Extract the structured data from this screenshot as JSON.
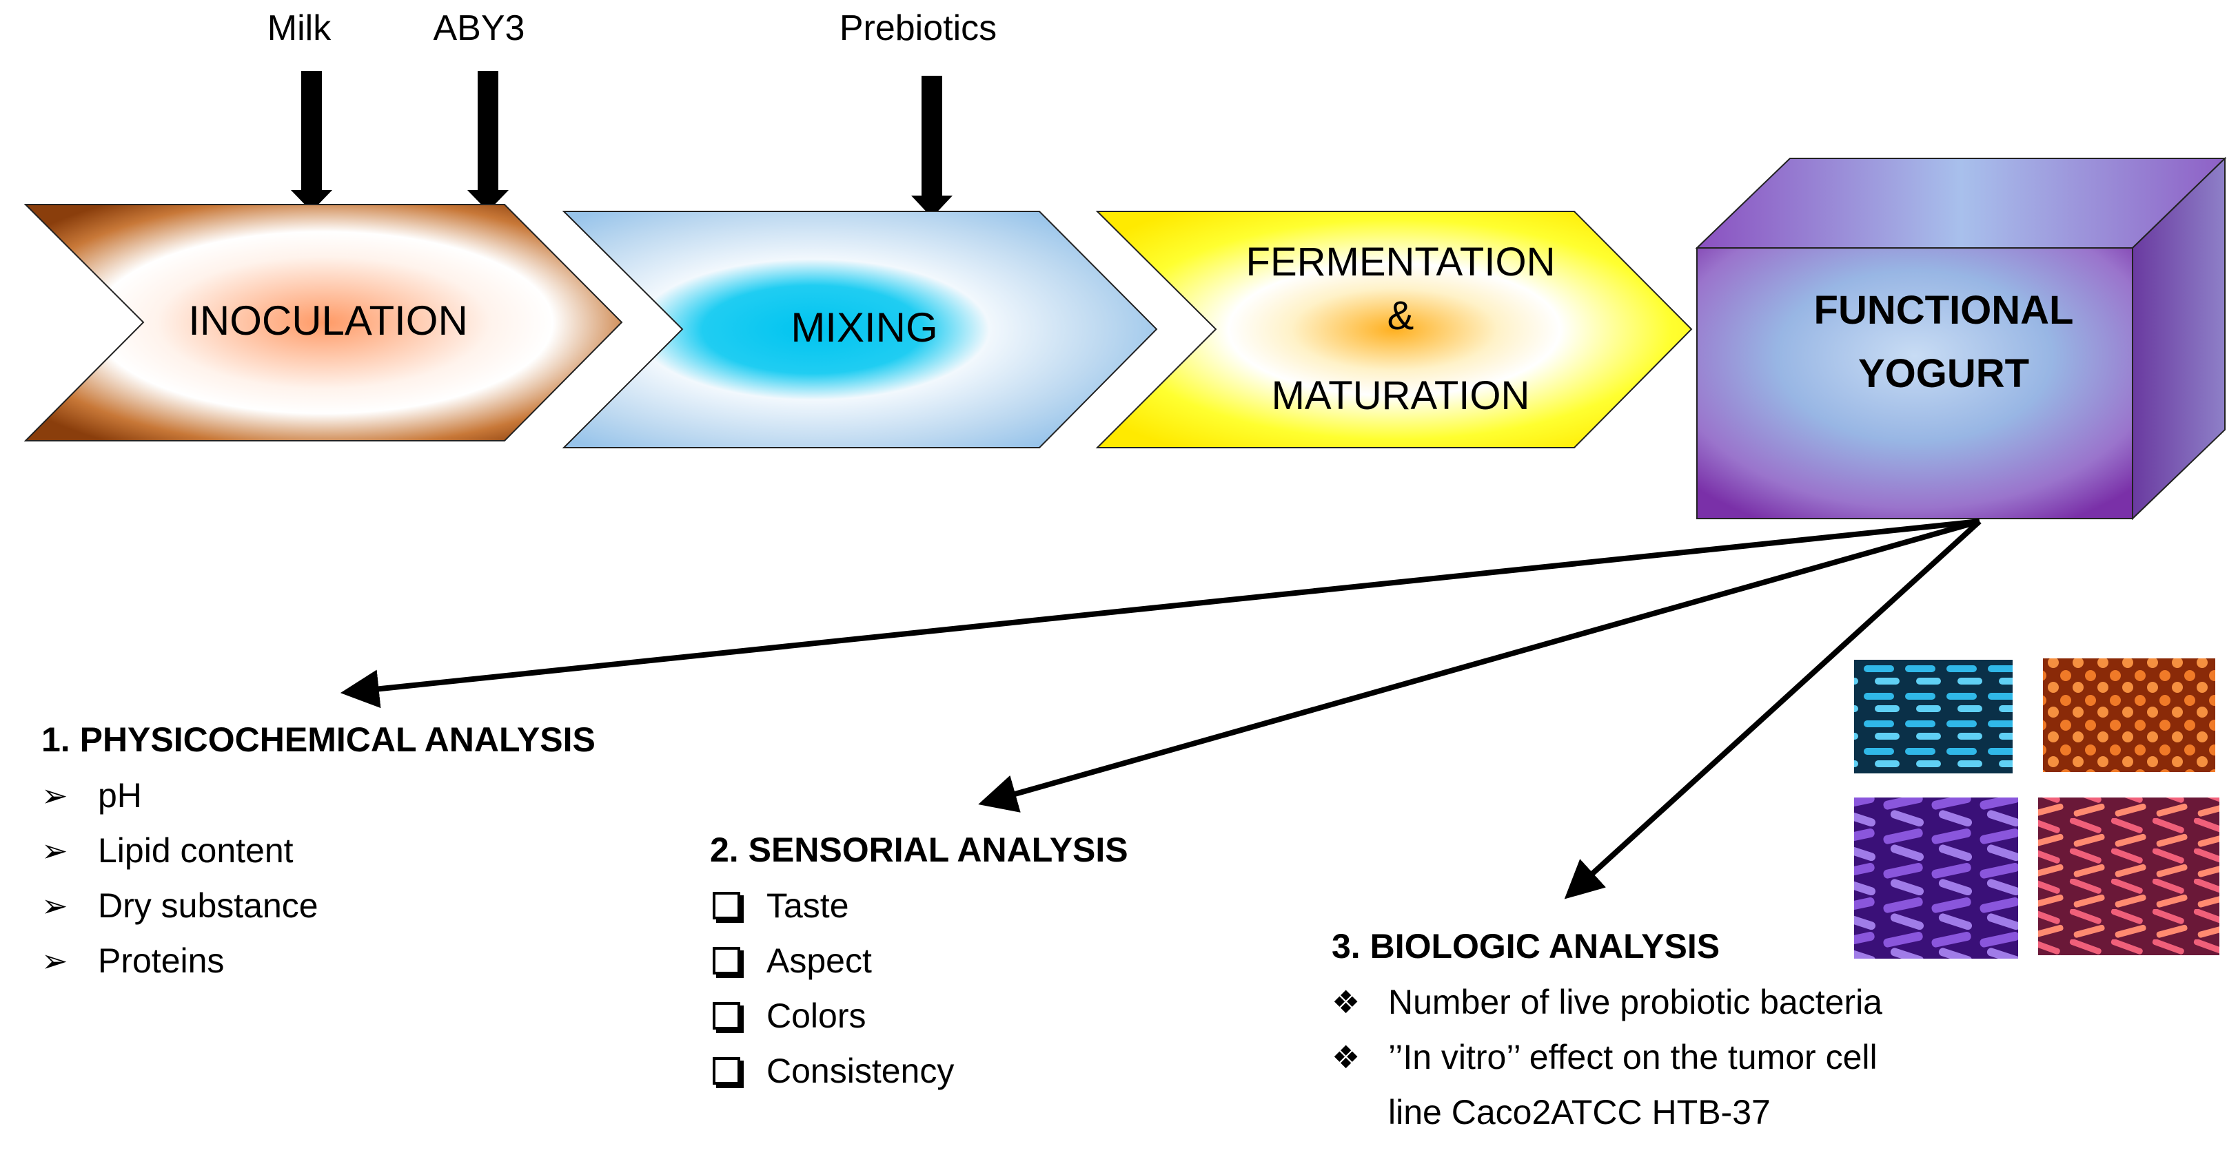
{
  "inputs": {
    "milk": "Milk",
    "aby3": "ABY3",
    "prebiotics": "Prebiotics"
  },
  "steps": {
    "inoculation": "INOCULATION",
    "mixing": "MIXING",
    "fermentation_line1": "FERMENTATION",
    "fermentation_amp": "&",
    "fermentation_line2": "MATURATION"
  },
  "product": {
    "line1": "FUNCTIONAL",
    "line2": "YOGURT"
  },
  "physicochemical": {
    "title": "1. PHYSICOCHEMICAL ANALYSIS",
    "items": [
      "pH",
      "Lipid content",
      "Dry substance",
      "Proteins"
    ]
  },
  "sensorial": {
    "title": "2. SENSORIAL ANALYSIS",
    "items": [
      "Taste",
      "Aspect",
      "Colors",
      "Consistency"
    ]
  },
  "biologic": {
    "title": "3. BIOLOGIC ANALYSIS",
    "items": [
      "Number of live probiotic bacteria",
      "’’In vitro’’ effect on the  tumor cell",
      "line Caco2ATCC HTB-37"
    ]
  },
  "colors": {
    "inoculation": "#ff9a66",
    "inoculation_edge": "#9a4a10",
    "mixing": "#00c8f0",
    "mixing_edge": "#a8d0ee",
    "fermentation": "#ffb020",
    "fermentation_edge": "#ffff00",
    "yogurt_front": "#a8c8ee",
    "yogurt_edge": "#7a33a6"
  },
  "micrographs": [
    "blue-bacteria",
    "orange-bacteria",
    "purple-bacteria",
    "pink-bacteria"
  ]
}
